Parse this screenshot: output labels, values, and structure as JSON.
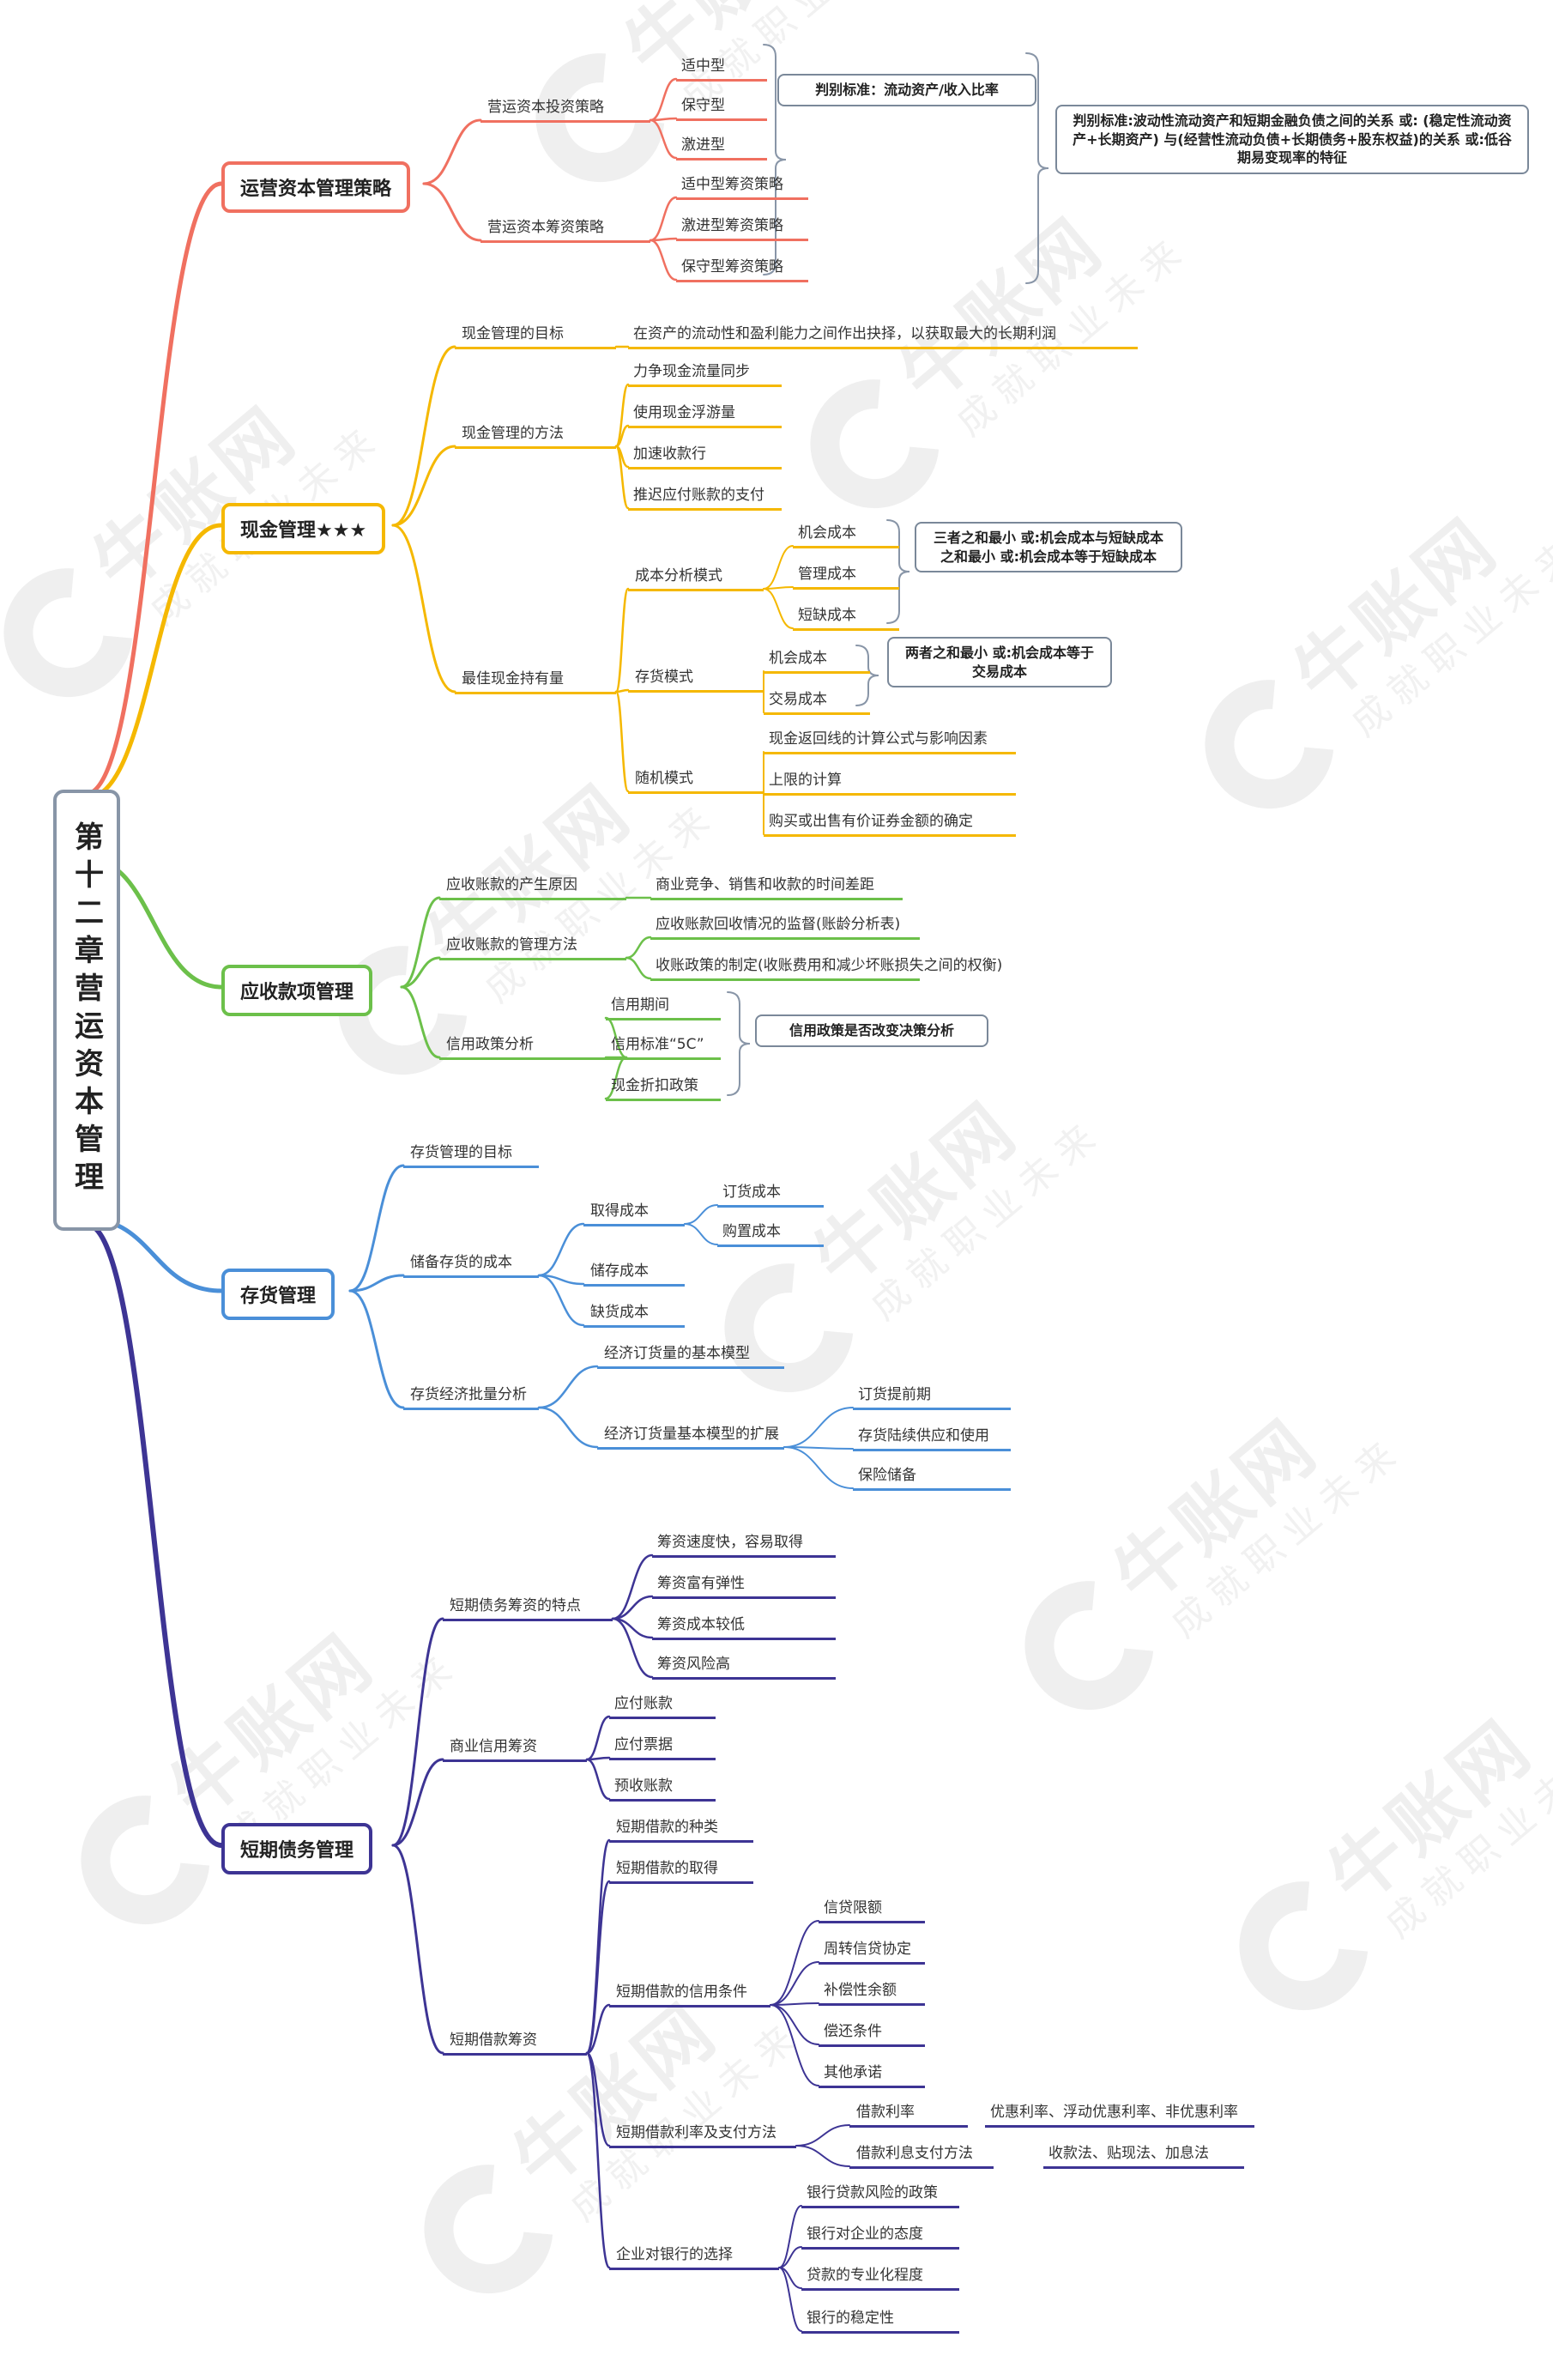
{
  "root": "第十二章营运资本管理",
  "branches": [
    {
      "label": "运营资本管理策略",
      "color": "#f07060",
      "children": [
        {
          "label": "营运资本投资策略",
          "children": [
            {
              "label": "适中型"
            },
            {
              "label": "保守型"
            },
            {
              "label": "激进型"
            }
          ]
        },
        {
          "label": "营运资本筹资策略",
          "children": [
            {
              "label": "适中型筹资策略"
            },
            {
              "label": "激进型筹资策略"
            },
            {
              "label": "保守型筹资策略"
            }
          ]
        }
      ],
      "notes": [
        "判别标准：流动资产/收入比率",
        "判别标准:波动性流动资产和短期金融负债之间的关系 或: (稳定性流动资产+长期资产) 与(经营性流动负债+长期债务+股东权益)的关系 或:低谷期易变现率的特征"
      ]
    },
    {
      "label": "现金管理★★★",
      "color": "#f5b800",
      "children": [
        {
          "label": "现金管理的目标",
          "children": [
            {
              "label": "在资产的流动性和盈利能力之间作出抉择，以获取最大的长期利润"
            }
          ]
        },
        {
          "label": "现金管理的方法",
          "children": [
            {
              "label": "力争现金流量同步"
            },
            {
              "label": "使用现金浮游量"
            },
            {
              "label": "加速收款行"
            },
            {
              "label": "推迟应付账款的支付"
            }
          ]
        },
        {
          "label": "最佳现金持有量",
          "children": [
            {
              "label": "成本分析模式",
              "children": [
                {
                  "label": "机会成本"
                },
                {
                  "label": "管理成本"
                },
                {
                  "label": "短缺成本"
                }
              ]
            },
            {
              "label": "存货模式",
              "children": [
                {
                  "label": "机会成本"
                },
                {
                  "label": "交易成本"
                }
              ]
            },
            {
              "label": "随机模式",
              "children": [
                {
                  "label": "现金返回线的计算公式与影响因素"
                },
                {
                  "label": "上限的计算"
                },
                {
                  "label": "购买或出售有价证券金额的确定"
                }
              ]
            }
          ]
        }
      ],
      "notes": [
        "三者之和最小 或:机会成本与短缺成本之和最小 或:机会成本等于短缺成本",
        "两者之和最小 或:机会成本等于交易成本"
      ]
    },
    {
      "label": "应收款项管理",
      "color": "#6cc04a",
      "children": [
        {
          "label": "应收账款的产生原因",
          "children": [
            {
              "label": "商业竞争、销售和收款的时间差距"
            }
          ]
        },
        {
          "label": "应收账款的管理方法",
          "children": [
            {
              "label": "应收账款回收情况的监督(账龄分析表)"
            },
            {
              "label": "收账政策的制定(收账费用和减少坏账损失之间的权衡)"
            }
          ]
        },
        {
          "label": "信用政策分析",
          "children": [
            {
              "label": "信用期间"
            },
            {
              "label": "信用标准“5C”"
            },
            {
              "label": "现金折扣政策"
            }
          ]
        }
      ],
      "notes": [
        "信用政策是否改变决策分析"
      ]
    },
    {
      "label": "存货管理",
      "color": "#4a8fd8",
      "children": [
        {
          "label": "存货管理的目标",
          "children": []
        },
        {
          "label": "储备存货的成本",
          "children": [
            {
              "label": "取得成本",
              "children": [
                {
                  "label": "订货成本"
                },
                {
                  "label": "购置成本"
                }
              ]
            },
            {
              "label": "储存成本",
              "children": []
            },
            {
              "label": "缺货成本",
              "children": []
            }
          ]
        },
        {
          "label": "存货经济批量分析",
          "children": [
            {
              "label": "经济订货量的基本模型",
              "children": []
            },
            {
              "label": "经济订货量基本模型的扩展",
              "children": [
                {
                  "label": "订货提前期"
                },
                {
                  "label": "存货陆续供应和使用"
                },
                {
                  "label": "保险储备"
                }
              ]
            }
          ]
        }
      ]
    },
    {
      "label": "短期债务管理",
      "color": "#3d3494",
      "children": [
        {
          "label": "短期债务筹资的特点",
          "children": [
            {
              "label": "筹资速度快，容易取得"
            },
            {
              "label": "筹资富有弹性"
            },
            {
              "label": "筹资成本较低"
            },
            {
              "label": "筹资风险高"
            }
          ]
        },
        {
          "label": "商业信用筹资",
          "children": [
            {
              "label": "应付账款"
            },
            {
              "label": "应付票据"
            },
            {
              "label": "预收账款"
            }
          ]
        },
        {
          "label": "短期借款筹资",
          "children": [
            {
              "label": "短期借款的种类",
              "children": []
            },
            {
              "label": "短期借款的取得",
              "children": []
            },
            {
              "label": "短期借款的信用条件",
              "children": [
                {
                  "label": "信贷限额"
                },
                {
                  "label": "周转信贷协定"
                },
                {
                  "label": "补偿性余额"
                },
                {
                  "label": "偿还条件"
                },
                {
                  "label": "其他承诺"
                }
              ]
            },
            {
              "label": "短期借款利率及支付方法",
              "children": [
                {
                  "label": "借款利率",
                  "children": [
                    {
                      "label": "优惠利率、浮动优惠利率、非优惠利率"
                    }
                  ]
                },
                {
                  "label": "借款利息支付方法",
                  "children": [
                    {
                      "label": "收款法、贴现法、加息法"
                    }
                  ]
                }
              ]
            },
            {
              "label": "企业对银行的选择",
              "children": [
                {
                  "label": "银行贷款风险的政策"
                },
                {
                  "label": "银行对企业的态度"
                },
                {
                  "label": "贷款的专业化程度"
                },
                {
                  "label": "银行的稳定性"
                }
              ]
            }
          ]
        }
      ]
    }
  ],
  "watermark": {
    "brand": "牛账网",
    "slogan": "成就职业未来"
  }
}
